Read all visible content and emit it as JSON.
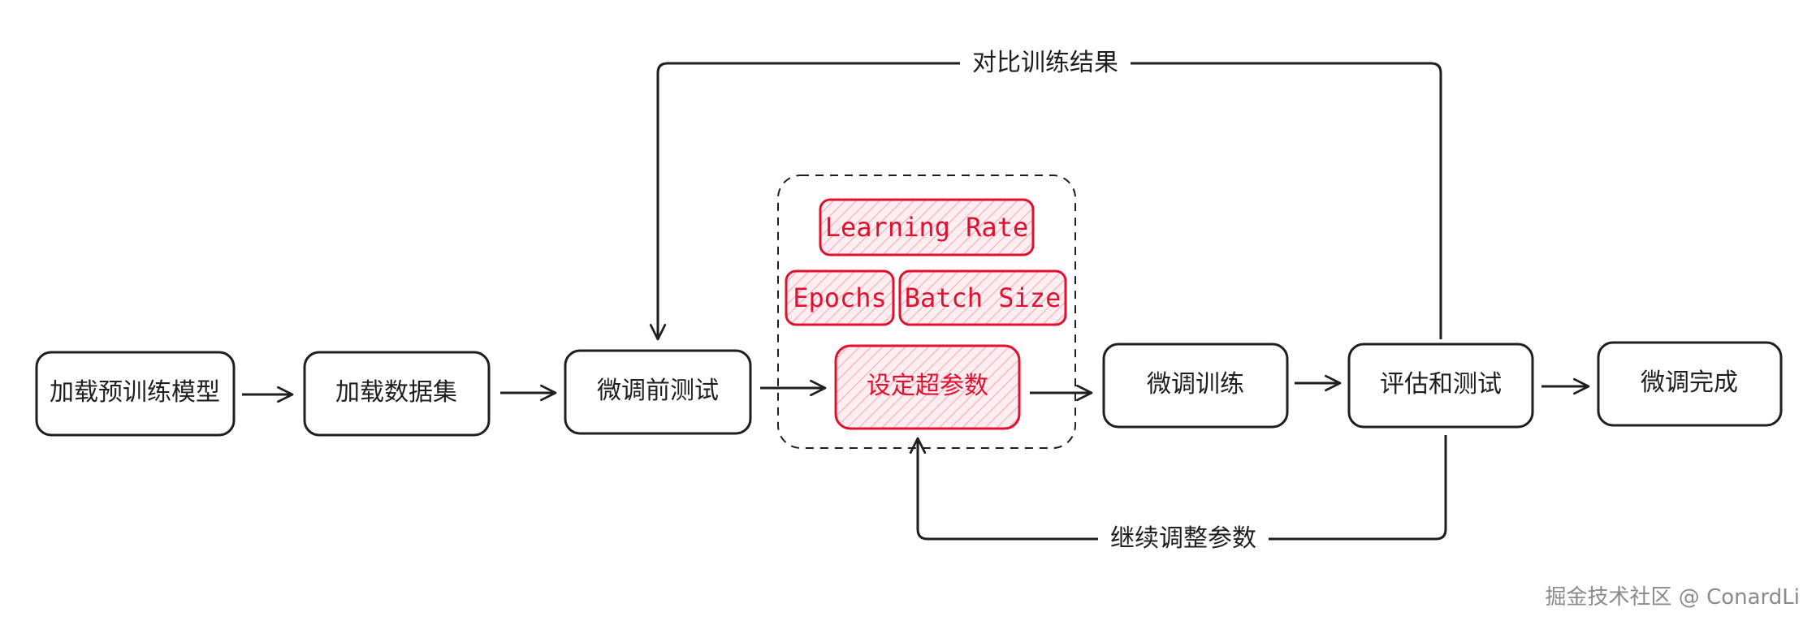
{
  "colors": {
    "stroke": "#1e1e1e",
    "accent": "#e0102f",
    "accent_fill": "#ffd9de",
    "watermark": "#8a8a8a"
  },
  "nodes": {
    "load_model": "加载预训练模型",
    "load_data": "加载数据集",
    "pre_test": "微调前测试",
    "set_hyper": "设定超参数",
    "fine_tune": "微调训练",
    "evaluate": "评估和测试",
    "done": "微调完成"
  },
  "params": {
    "learning_rate": "Learning Rate",
    "epochs": "Epochs",
    "batch_size": "Batch Size"
  },
  "edges": {
    "compare": "对比训练结果",
    "continue": "继续调整参数"
  },
  "watermark": "掘金技术社区 @ ConardLi"
}
